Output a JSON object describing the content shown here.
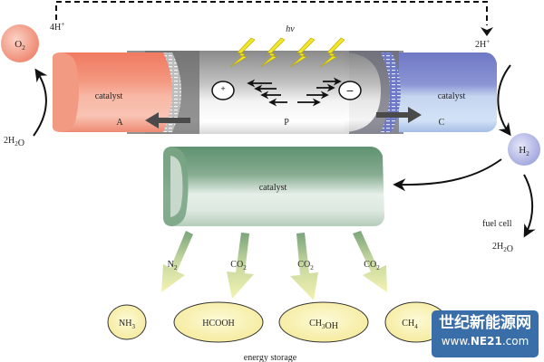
{
  "diagram": {
    "title": "Artificial photosynthesis system",
    "top_loop": {
      "left_label": "4H+",
      "right_label": "2H+"
    },
    "light_label": "hv",
    "tubes": {
      "anode": {
        "name": "catalyst",
        "letter": "A",
        "color": "#f08a72"
      },
      "photo": {
        "letter": "P",
        "color": "#b8b8b8"
      },
      "cathode": {
        "name": "catalyst",
        "letter": "C",
        "color": "#7b82c8"
      },
      "storage": {
        "name": "catalyst",
        "color": "#6e9e7c"
      }
    },
    "charges": {
      "plus": "+",
      "minus": "−"
    },
    "molecules": {
      "o2": "O2",
      "h2": "H2",
      "water_left": "2H2O",
      "water_right": "2H2O"
    },
    "fuel_cell_label": "fuel cell",
    "inputs": [
      "N2",
      "CO2",
      "CO2",
      "CO2"
    ],
    "products": [
      "NH3",
      "HCOOH",
      "CH3OH",
      "CH4"
    ],
    "storage_label": "energy storage"
  },
  "watermark": {
    "chinese": "世纪新能源网",
    "url_prefix": "www.",
    "url_brand": "NE21",
    "url_suffix": ".com"
  }
}
